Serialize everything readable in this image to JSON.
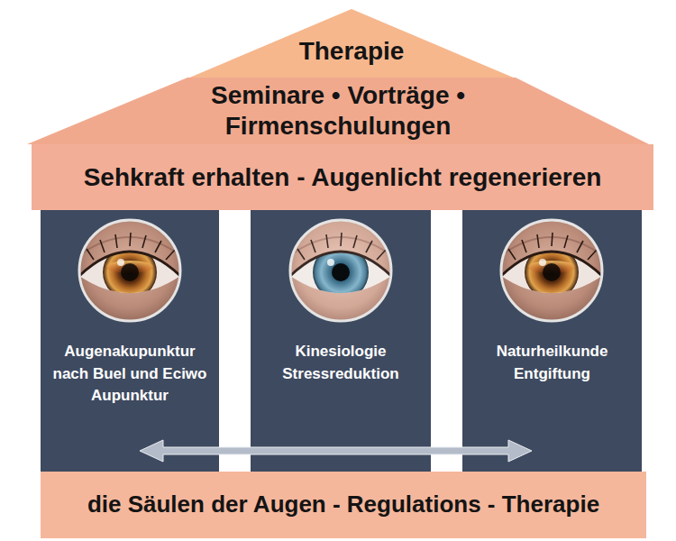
{
  "diagram": {
    "nodes": [
      {
        "text": [
          "Therapie"
        ]
      },
      {
        "text": [
          "Seminare • Vorträge • Firmenschulungen"
        ]
      },
      {
        "text": [
          "Sehkraft erhalten - Augenlicht regenerieren"
        ]
      },
      {
        "text": [
          "Augenakupunktur nach Buel und Eciwo Aupunktur"
        ]
      },
      {
        "text": [
          "Kinesiologie Stressreduktion"
        ]
      },
      {
        "text": [
          "Naturheilkunde Entgiftung"
        ]
      },
      {
        "text": [
          "die Säulen der Augen - Regulations - Therapie"
        ]
      }
    ]
  }
}
